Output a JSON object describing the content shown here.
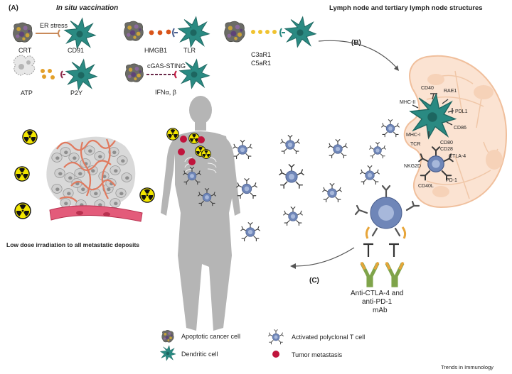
{
  "panel_a": {
    "letter": "(A)",
    "title": "In situ vaccination",
    "er_stress": "ER stress",
    "crt": "CRT",
    "cd91": "CD91",
    "hmgb1": "HMGB1",
    "tlr": "TLR",
    "c3ar1": "C3aR1",
    "c5ar1": "C5aR1",
    "atp": "ATP",
    "p2y": "P2Y",
    "cgas_sting": "cGAS-STING",
    "ifn": "IFNα, β"
  },
  "panel_b": {
    "letter": "(B)",
    "title": "Lymph node and tertiary lymph node structures",
    "cd40": "CD40",
    "rae1": "RAE1",
    "mhc_ii": "MHC-II",
    "pdl1": "PDL1",
    "cd86": "CD86",
    "mhc_i": "MHC-I",
    "tcr": "TCR",
    "cd80": "CD80",
    "cd28": "CD28",
    "ctla4": "CTLA-4",
    "nkg2d": "NKG2D",
    "pd1": "PD-1",
    "cd40l": "CD40L"
  },
  "panel_c": {
    "letter": "(C)",
    "mab_line1": "Anti-CTLA-4 and",
    "mab_line2": "anti-PD-1",
    "mab_line3": "mAb"
  },
  "irradiation_caption": "Low dose irradiation to all metastatic deposits",
  "legend": {
    "apoptotic": "Apoptotic cancer cell",
    "dendritic": "Dendritic cell",
    "tcell": "Activated polyclonal T cell",
    "metastasis": "Tumor metastasis"
  },
  "credit": "Trends in Immunology",
  "colors": {
    "dendritic_teal": "#2a8a82",
    "tcell_blue": "#6f86b8",
    "metastasis_red": "#c0143c",
    "lymph_node": "#fbe3d2",
    "radiation_yellow": "#f2e600",
    "body_gray": "#b5b5b5"
  },
  "icons": [
    "radiation-icon",
    "apoptotic-cell-icon",
    "dendritic-cell-icon",
    "t-cell-icon",
    "antibody-icon",
    "human-body-icon"
  ]
}
